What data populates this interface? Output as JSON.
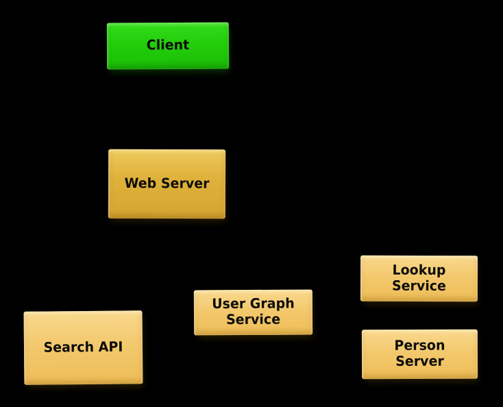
{
  "diagram": {
    "background_color": "#000000",
    "label_text_color": "#0e0d0a",
    "nodes": [
      {
        "id": "client",
        "label": "Client",
        "fill": "#23ce0b",
        "role": "client-node"
      },
      {
        "id": "web-server",
        "label": "Web Server",
        "fill": "#dfb23c",
        "role": "service-node"
      },
      {
        "id": "search-api",
        "label": "Search API",
        "fill": "#f3c96e",
        "role": "service-node"
      },
      {
        "id": "user-graph-service",
        "label": "User Graph\nService",
        "fill": "#f3c96e",
        "role": "service-node"
      },
      {
        "id": "lookup-service",
        "label": "Lookup\nService",
        "fill": "#f3c96e",
        "role": "service-node"
      },
      {
        "id": "person-server",
        "label": "Person\nServer",
        "fill": "#f3c96e",
        "role": "service-node"
      }
    ]
  }
}
